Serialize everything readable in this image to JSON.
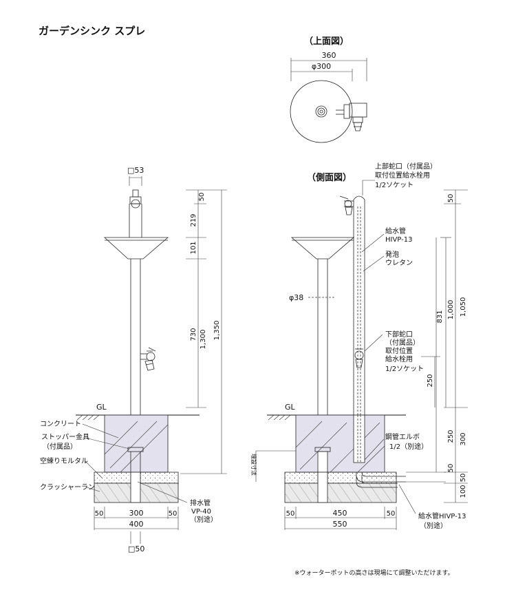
{
  "title": "ガーデンシンク スプレ",
  "top_view": {
    "heading": "（上面図）",
    "dim_overall": "360",
    "dim_bowl": "φ300"
  },
  "side_view": {
    "heading": "（側面図）"
  },
  "front_view": {
    "post_top": "□53",
    "post_bottom": "□50",
    "gl": "GL",
    "dims_vertical": [
      "50",
      "219",
      "101",
      "730",
      "1,300",
      "1,350"
    ],
    "dims_base": [
      "50",
      "300",
      "50"
    ],
    "dim_base_total": "400",
    "labels": {
      "concrete": "コンクリート",
      "stopper_line1": "ストッパー金具",
      "stopper_line2": "（付属品）",
      "mortar": "空練りモルタル",
      "crusher": "クラッシャーラン",
      "drain_line1": "排水管",
      "drain_line2": "VP-40",
      "drain_line3": "（別途）"
    }
  },
  "section_view": {
    "gl": "GL",
    "dim_pipe": "φ38",
    "depth_label": "埋設寸法",
    "dims_right": [
      "50",
      "1,000",
      "1,050",
      "831",
      "250",
      "250",
      "300",
      "50",
      "100",
      "50"
    ],
    "dims_base": [
      "50",
      "450",
      "50"
    ],
    "dim_base_total": "550",
    "labels": {
      "upper_tap_line1": "上部蛇口（付属品）",
      "upper_tap_line2": "取付位置給水栓用",
      "upper_tap_line3": "1/2ソケット",
      "supply_line1": "給水管",
      "supply_line2": "HIVP-13",
      "foam_line1": "発泡",
      "foam_line2": "ウレタン",
      "lower_tap_line1": "下部蛇口",
      "lower_tap_line2": "（付属品）",
      "lower_tap_line3": "取付位置",
      "lower_tap_line4": "給水栓用",
      "lower_tap_line5": "1/2ソケット",
      "elbow_line1": "鋼管エルボ",
      "elbow_line2": "1/2（別途）",
      "supply_bottom_line1": "給水管HIVP-13",
      "supply_bottom_line2": "（別途）"
    }
  },
  "note": "※ウォーターポットの高さは現場にて調整いただけます。",
  "colors": {
    "concrete_fill": "#e4e1ee",
    "mortar_fill": "#ececec",
    "crusher_fill": "#e6e6e6",
    "line": "#222222"
  }
}
